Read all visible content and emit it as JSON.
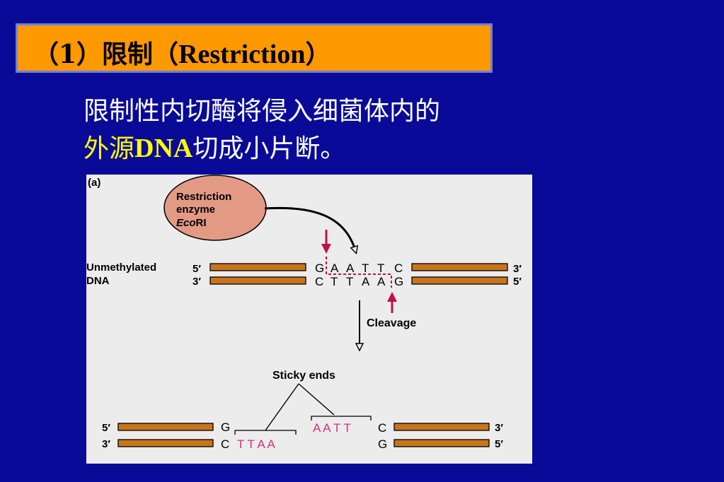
{
  "title": {
    "prefix": "（1）限制（",
    "latin": "Restriction",
    "suffix": "）"
  },
  "body": {
    "line1": "限制性内切酶将侵入细菌体内的",
    "line2_highlight_cn": "外源",
    "line2_highlight_latin": "DNA",
    "line2_rest": "切成小片断。"
  },
  "figure": {
    "panel_label": "(a)",
    "enzyme_line1": "Restriction",
    "enzyme_line2": "enzyme",
    "enzyme_line3_italic": "Eco",
    "enzyme_line3_rest": "RI",
    "dna_label_line1": "Unmethylated",
    "dna_label_line2": "DNA",
    "top_left_end": "5′",
    "top_right_end": "3′",
    "bottom_left_end": "3′",
    "bottom_right_end": "5′",
    "top_seq": [
      "G",
      "A",
      "A",
      "T",
      "T",
      "C"
    ],
    "bottom_seq": [
      "C",
      "T",
      "T",
      "A",
      "A",
      "G"
    ],
    "cleavage_label": "Cleavage",
    "sticky_label": "Sticky ends",
    "frag_left_top_end": "5′",
    "frag_left_bottom_end": "3′",
    "frag_left_top": "G",
    "frag_left_bottom": "C",
    "frag_left_overhang": "T T A A",
    "frag_right_overhang": "A A T T",
    "frag_right_top": "C",
    "frag_right_bottom": "G",
    "frag_right_top_end": "3′",
    "frag_right_bottom_end": "5′"
  },
  "colors": {
    "background": "#0a0a98",
    "title_box": "#ff9900",
    "highlight": "#ffff00",
    "strand_fill": "#c9741e",
    "enzyme_fill": "#e39a84",
    "cut_marker": "#c0104a"
  }
}
